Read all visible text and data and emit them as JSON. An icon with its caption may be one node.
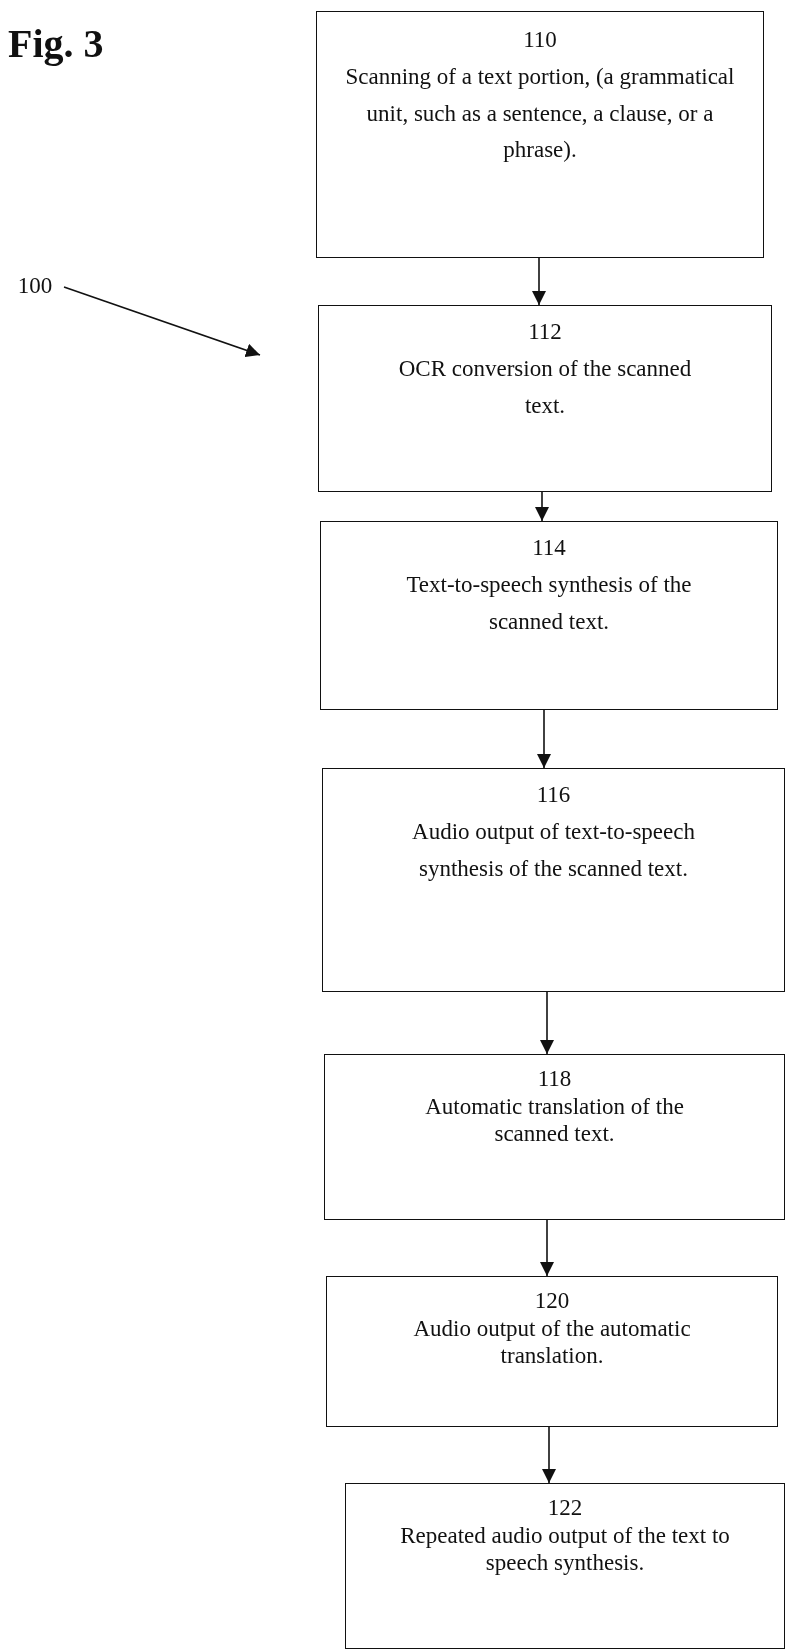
{
  "diagram": {
    "title": "Fig. 3",
    "nodes": [
      {
        "text": [
          "110",
          "Scanning of a text portion, (a grammatical unit, such as a sentence, a clause, or a phrase)."
        ]
      },
      {
        "text": [
          "112",
          "OCR conversion of the scanned text."
        ]
      },
      {
        "text": [
          "114",
          "Text-to-speech synthesis of the scanned text."
        ]
      },
      {
        "text": [
          "116",
          "Audio output of text-to-speech synthesis of the scanned text."
        ]
      },
      {
        "text": [
          "118",
          "Automatic translation of the scanned text."
        ]
      },
      {
        "text": [
          "120",
          "Audio output of the automatic translation."
        ]
      },
      {
        "text": [
          "122",
          "Repeated audio output of the text to speech synthesis."
        ]
      },
      {
        "text": [
          "100"
        ]
      }
    ],
    "edges": [
      {
        "from": 0,
        "to": 1,
        "arrow": "to"
      },
      {
        "from": 1,
        "to": 2,
        "arrow": "to"
      },
      {
        "from": 2,
        "to": 3,
        "arrow": "to"
      },
      {
        "from": 3,
        "to": 4,
        "arrow": "to"
      },
      {
        "from": 4,
        "to": 5,
        "arrow": "to"
      },
      {
        "from": 5,
        "to": 6,
        "arrow": "to"
      },
      {
        "from": 7,
        "to": null,
        "arrow": "to"
      }
    ]
  }
}
